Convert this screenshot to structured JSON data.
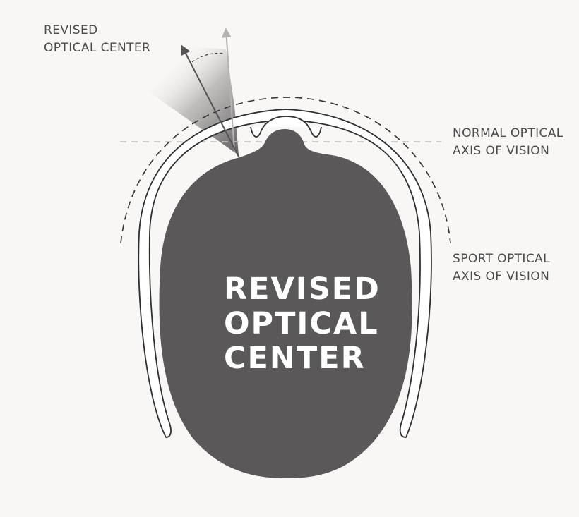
{
  "labels": {
    "revised_optical_center": [
      "REVISED",
      "OPTICAL CENTER"
    ],
    "normal_optical_axis": [
      "NORMAL OPTICAL",
      "AXIS OF VISION"
    ],
    "sport_optical_axis": [
      "SPORT OPTICAL",
      "AXIS OF VISION"
    ],
    "head_title": [
      "REVISED",
      "OPTICAL",
      "CENTER"
    ]
  },
  "colors": {
    "background": "#f8f7f5",
    "head": "#5a5858",
    "frame_stroke": "#2f2f2f",
    "frame_fill": "#ffffff",
    "revised_arrow": "#555353",
    "normal_arrow": "#b3b3b3",
    "guide_dash": "#c4c4c4",
    "text": "#4a4a4a",
    "head_text": "#ffffff"
  }
}
